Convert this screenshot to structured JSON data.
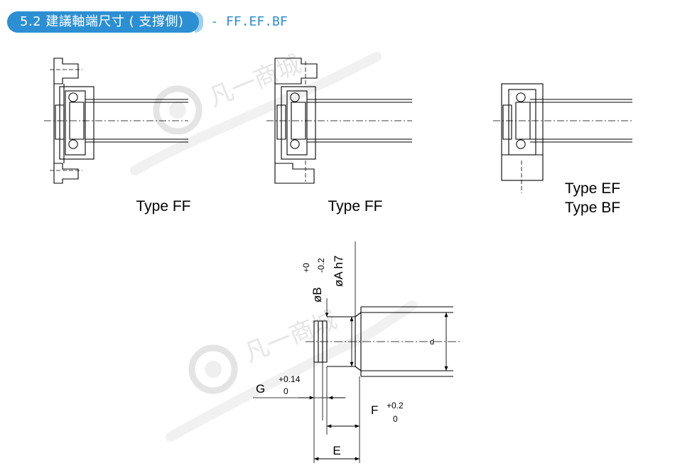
{
  "header": {
    "section_title": "5.2 建議軸端尺寸 ( 支撐側)",
    "subtitle": "- FF.EF.BF"
  },
  "figures": {
    "fig1_label": "Type FF",
    "fig2_label": "Type FF",
    "fig3_label_line1": "Type EF",
    "fig3_label_line2": "Type BF"
  },
  "dimensions": {
    "dB": "øB",
    "dB_tol_upper": "+0",
    "dB_tol_lower": "-0.2",
    "dA": "øA h7",
    "d": "d",
    "G": "G",
    "G_tol_upper": "+0.14",
    "G_tol_lower": "0",
    "F": "F",
    "F_tol_upper": "+0.2",
    "F_tol_lower": "0",
    "E": "E"
  },
  "watermark": {
    "text": "凡一商城"
  },
  "colors": {
    "accent": "#2c8fd3",
    "accent_light": "#9fd0f0",
    "line": "#000000",
    "watermark": "#d9d9d9"
  }
}
